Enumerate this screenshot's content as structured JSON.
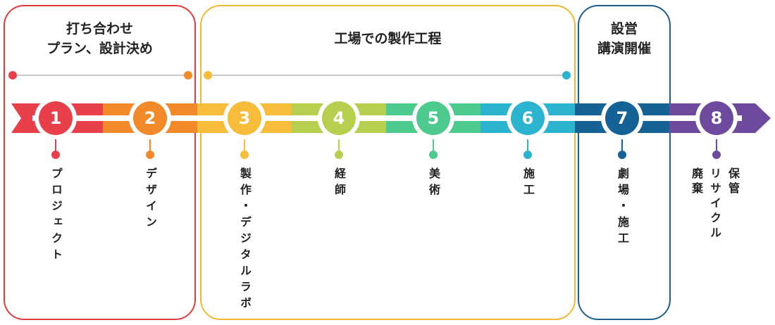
{
  "groups": [
    {
      "title": "打ち合わせ\nプラン、設計決め",
      "color": "#E33B3B"
    },
    {
      "title": "工場での製作工程",
      "color": "#F5B731"
    },
    {
      "title": "設営\n講演開催",
      "color": "#1C5F8E"
    }
  ],
  "steps": [
    {
      "num": "1",
      "label": "プロジェクト",
      "color": "#E8404A"
    },
    {
      "num": "2",
      "label": "デザイン",
      "color": "#F28A2A"
    },
    {
      "num": "3",
      "label": "製作・デジタルラボ",
      "color": "#F7BC3A"
    },
    {
      "num": "4",
      "label": "経師",
      "color": "#B7CF4E"
    },
    {
      "num": "5",
      "label": "美術",
      "color": "#4DCB8E"
    },
    {
      "num": "6",
      "label": "施工",
      "color": "#2BB3D0"
    },
    {
      "num": "7",
      "label": "劇場・施工",
      "color": "#156396"
    },
    {
      "num": "8",
      "label": "保管\nリサイクル\n廃棄",
      "color": "#6E4A9E"
    }
  ]
}
